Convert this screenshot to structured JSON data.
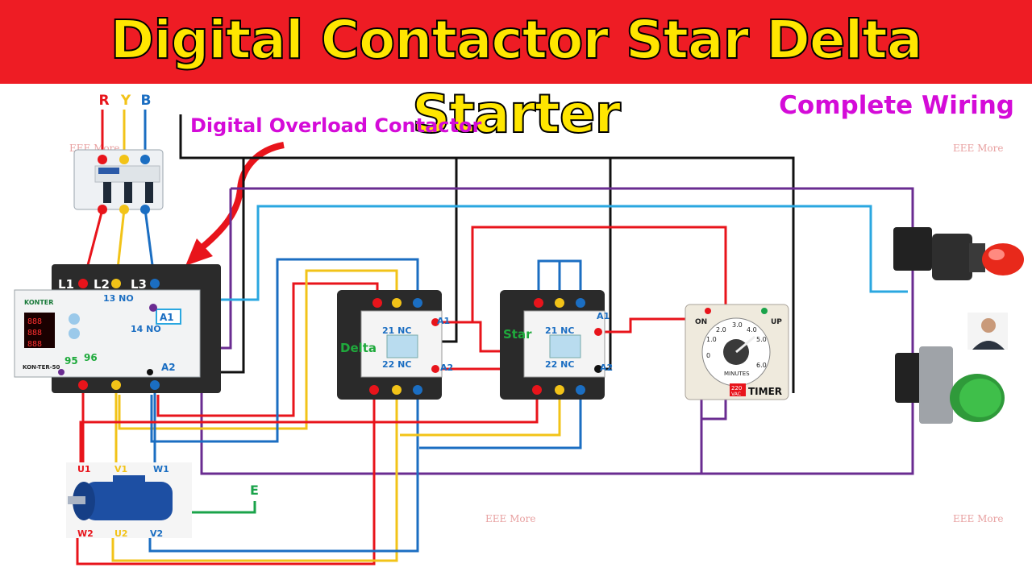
{
  "title": "Digital Contactor Star Delta Starter",
  "subtitle": "Complete Wiring",
  "overload_label": "Digital Overload Contactor",
  "phases": [
    "R",
    "Y",
    "B"
  ],
  "colors": {
    "banner": "#ee1c24",
    "title": "#ffe600",
    "red": "#e8141b",
    "yellow": "#f2c318",
    "blue": "#1b6ec2",
    "cyan": "#2aa7e0",
    "purple": "#6a2c91",
    "black": "#111111",
    "green": "#1aa34a",
    "label_green": "#1faa3c",
    "magenta": "#d40bd8"
  },
  "relay": {
    "terminals_top": [
      "L1",
      "L2",
      "L3"
    ],
    "no_top": "13 NO",
    "no_bottom": "14 NO",
    "a1": "A1",
    "a2": "A2",
    "t95": "95",
    "t96": "96",
    "model": "KON-TER-50",
    "brand": "KONTER"
  },
  "delta_contactor": {
    "name": "Delta",
    "nc_top": "21 NC",
    "nc_bottom": "22 NC",
    "a1": "A1",
    "a2": "A2"
  },
  "star_contactor": {
    "name": "Star",
    "nc_top": "21 NC",
    "nc_bottom": "22 NC",
    "a1": "A1",
    "a2": "A2"
  },
  "timer": {
    "label": "TIMER",
    "on": "ON",
    "up": "UP",
    "units": "MINUTES",
    "voltage_top": "220",
    "voltage_bottom": "VAC",
    "scale": [
      "0",
      "1.0",
      "2.0",
      "3.0",
      "4.0",
      "5.0",
      "6.0"
    ]
  },
  "motor": {
    "top_terminals": [
      "U1",
      "V1",
      "W1"
    ],
    "bottom_terminals": [
      "W2",
      "U2",
      "V2"
    ],
    "earth": "E"
  },
  "watermark": "EEE More"
}
